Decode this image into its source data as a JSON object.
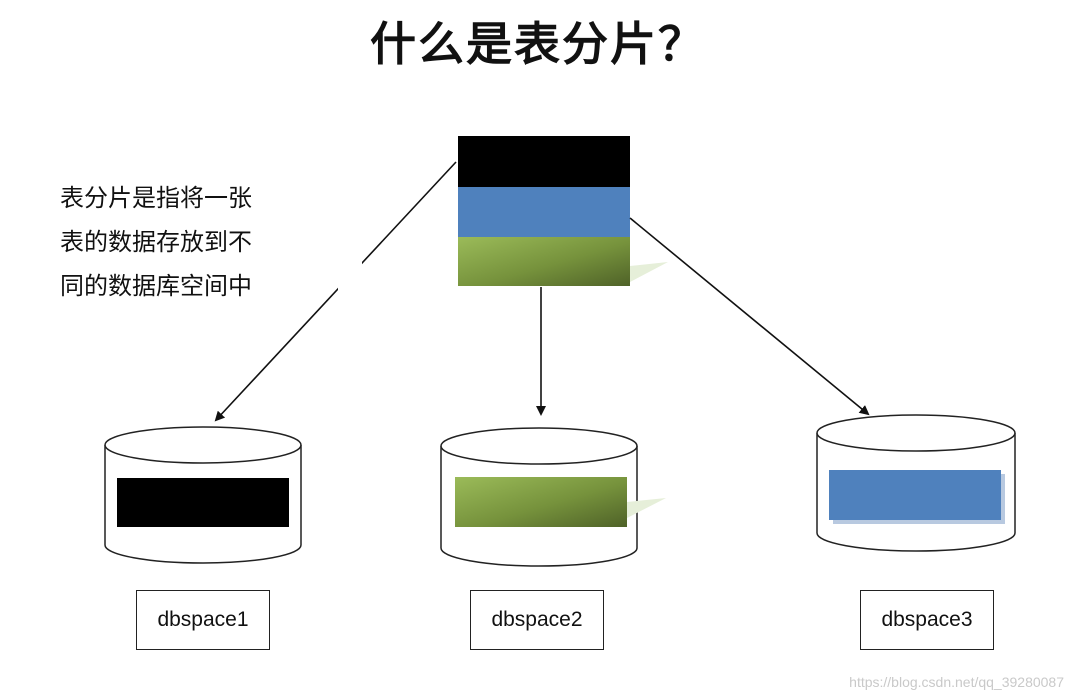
{
  "title": "什么是表分片？",
  "description_lines": [
    "表分片是指将一张",
    "表的数据存放到不",
    "同的数据库空间中"
  ],
  "dbspaces": [
    {
      "label": "dbspace1",
      "fragment_color": "black"
    },
    {
      "label": "dbspace2",
      "fragment_color": "green"
    },
    {
      "label": "dbspace3",
      "fragment_color": "blue"
    }
  ],
  "table_fragments": [
    "black",
    "blue",
    "green"
  ],
  "colors": {
    "black": "#000000",
    "blue": "#4f81bd",
    "green": "#8db04a"
  },
  "watermark": "https://blog.csdn.net/qq_39280087"
}
